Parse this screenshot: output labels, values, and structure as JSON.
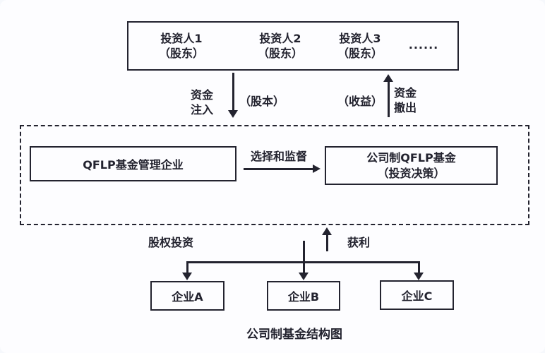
{
  "colors": {
    "ink": "#23232f",
    "background": "#fdfdff"
  },
  "investors_box": {
    "items": [
      {
        "name": "投资人1",
        "role": "（股东）"
      },
      {
        "name": "投资人2",
        "role": "（股东）"
      },
      {
        "name": "投资人3",
        "role": "（股东）"
      }
    ],
    "ellipsis": "......"
  },
  "top_flows": {
    "inject_line1": "资金",
    "inject_line2": "注入",
    "equity_label": "（股本）",
    "return_label": "（收益）",
    "withdraw_line1": "资金",
    "withdraw_line2": "撤出"
  },
  "management_box": {
    "label": "QFLP基金管理企业"
  },
  "select_arrow": {
    "label": "选择和监督"
  },
  "fund_box": {
    "line1": "公司制QFLP基金",
    "line2": "（投资决策）"
  },
  "bottom_flows": {
    "invest_label": "股权投资",
    "profit_label": "获利"
  },
  "enterprises": [
    {
      "label": "企业A"
    },
    {
      "label": "企业B"
    },
    {
      "label": "企业C"
    }
  ],
  "caption": "公司制基金结构图"
}
